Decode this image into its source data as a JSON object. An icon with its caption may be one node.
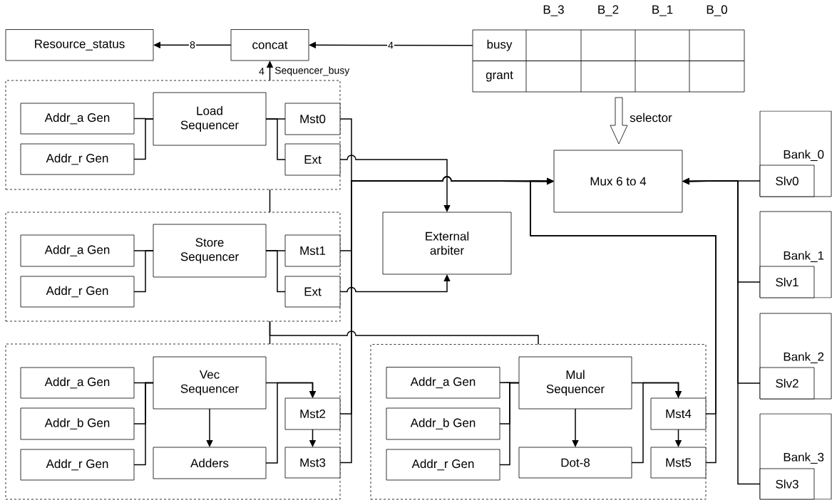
{
  "diagram": {
    "nodes": [
      {
        "text": [
          "Resource_status"
        ]
      },
      {
        "text": [
          "concat"
        ]
      },
      {
        "text": [
          "busy"
        ]
      },
      {
        "text": [
          "grant"
        ]
      },
      {
        "text": [],
        "shape": "box"
      },
      {
        "text": [
          "Addr_a Gen"
        ],
        "in": 4
      },
      {
        "text": [
          "Addr_r Gen"
        ],
        "in": 4
      },
      {
        "text": [
          "Load Sequencer"
        ],
        "in": 4
      },
      {
        "text": [
          "Mst0"
        ],
        "in": 4
      },
      {
        "text": [
          "Ext"
        ],
        "in": 4
      },
      {
        "text": [
          "Mux 6 to 4"
        ]
      },
      {
        "text": [
          "External arbiter"
        ]
      },
      {
        "text": [],
        "shape": "box"
      },
      {
        "text": [
          "Addr_a Gen"
        ],
        "in": 12
      },
      {
        "text": [
          "Addr_r Gen"
        ],
        "in": 12
      },
      {
        "text": [
          "Store Sequencer"
        ],
        "in": 12
      },
      {
        "text": [
          "Mst1"
        ],
        "in": 12
      },
      {
        "text": [
          "Ext"
        ],
        "in": 12
      },
      {
        "text": [],
        "shape": "box"
      },
      {
        "text": [
          "Addr_a Gen"
        ],
        "in": 18
      },
      {
        "text": [
          "Addr_b Gen"
        ],
        "in": 18
      },
      {
        "text": [
          "Addr_r Gen"
        ],
        "in": 18
      },
      {
        "text": [
          "Vec Sequencer"
        ],
        "in": 18
      },
      {
        "text": [
          "Adders"
        ],
        "in": 18
      },
      {
        "text": [
          "Mst2"
        ],
        "in": 18
      },
      {
        "text": [
          "Mst3"
        ],
        "in": 18
      },
      {
        "text": [],
        "shape": "box"
      },
      {
        "text": [
          "Addr_a Gen"
        ],
        "in": 26
      },
      {
        "text": [
          "Addr_b Gen"
        ],
        "in": 26
      },
      {
        "text": [
          "Addr_r Gen"
        ],
        "in": 26
      },
      {
        "text": [
          "Mul Sequencer"
        ],
        "in": 26
      },
      {
        "text": [
          "Dot-8"
        ],
        "in": 26
      },
      {
        "text": [
          "Mst4"
        ],
        "in": 26
      },
      {
        "text": [
          "Mst5"
        ],
        "in": 26
      },
      {
        "text": [
          "Bank_0"
        ]
      },
      {
        "text": [
          "Slv0"
        ],
        "in": 34
      },
      {
        "text": [
          "Bank_1"
        ]
      },
      {
        "text": [
          "Slv1"
        ],
        "in": 36
      },
      {
        "text": [
          "Bank_2"
        ]
      },
      {
        "text": [
          "Slv2"
        ],
        "in": 38
      },
      {
        "text": [
          "Bank_3"
        ]
      },
      {
        "text": [
          "Slv3"
        ],
        "in": 40
      }
    ],
    "edges": [
      {
        "from": 1,
        "to": 0,
        "arrow": "to",
        "label": "8"
      },
      {
        "from": 2,
        "to": 1,
        "arrow": "to",
        "label": "4"
      },
      {
        "from": 4,
        "to": 1,
        "arrow": "to",
        "label": "4"
      },
      {
        "from": 12,
        "to": 4,
        "arrow": "none"
      },
      {
        "from": 18,
        "to": 12,
        "arrow": "none"
      },
      {
        "from": 26,
        "to": 12,
        "arrow": "none"
      },
      {
        "from": 3,
        "to": 10,
        "arrow": "to",
        "label": "selector",
        "style": "thick"
      },
      {
        "from": 5,
        "to": 7,
        "arrow": "none"
      },
      {
        "from": 6,
        "to": 7,
        "arrow": "none"
      },
      {
        "from": 7,
        "to": 8,
        "arrow": "none"
      },
      {
        "from": 7,
        "to": 9,
        "arrow": "none"
      },
      {
        "from": 8,
        "to": 10,
        "arrow": "to"
      },
      {
        "from": 9,
        "to": 11,
        "arrow": "to"
      },
      {
        "from": 13,
        "to": 15,
        "arrow": "none"
      },
      {
        "from": 14,
        "to": 15,
        "arrow": "none"
      },
      {
        "from": 15,
        "to": 16,
        "arrow": "none"
      },
      {
        "from": 15,
        "to": 17,
        "arrow": "none"
      },
      {
        "from": 16,
        "to": 10,
        "arrow": "to"
      },
      {
        "from": 17,
        "to": 11,
        "arrow": "to"
      },
      {
        "from": 19,
        "to": 22,
        "arrow": "none"
      },
      {
        "from": 20,
        "to": 22,
        "arrow": "none"
      },
      {
        "from": 21,
        "to": 22,
        "arrow": "none"
      },
      {
        "from": 22,
        "to": 23,
        "arrow": "to"
      },
      {
        "from": 22,
        "to": 24,
        "arrow": "to"
      },
      {
        "from": 23,
        "to": 24,
        "arrow": "to"
      },
      {
        "from": 24,
        "to": 25,
        "arrow": "to"
      },
      {
        "from": 24,
        "to": 10,
        "arrow": "to"
      },
      {
        "from": 25,
        "to": 10,
        "arrow": "to"
      },
      {
        "from": 27,
        "to": 30,
        "arrow": "none"
      },
      {
        "from": 28,
        "to": 30,
        "arrow": "none"
      },
      {
        "from": 29,
        "to": 30,
        "arrow": "none"
      },
      {
        "from": 30,
        "to": 31,
        "arrow": "to"
      },
      {
        "from": 30,
        "to": 32,
        "arrow": "to"
      },
      {
        "from": 31,
        "to": 32,
        "arrow": "to"
      },
      {
        "from": 32,
        "to": 33,
        "arrow": "to"
      },
      {
        "from": 32,
        "to": 10,
        "arrow": "to"
      },
      {
        "from": 33,
        "to": 10,
        "arrow": "to"
      },
      {
        "from": 35,
        "to": 10,
        "arrow": "to"
      },
      {
        "from": 37,
        "to": 10,
        "arrow": "to"
      },
      {
        "from": 39,
        "to": 10,
        "arrow": "to"
      },
      {
        "from": 41,
        "to": 10,
        "arrow": "to"
      }
    ],
    "labels": [
      "B_3",
      "B_2",
      "B_1",
      "B_0",
      "Sequencer_busy"
    ]
  }
}
